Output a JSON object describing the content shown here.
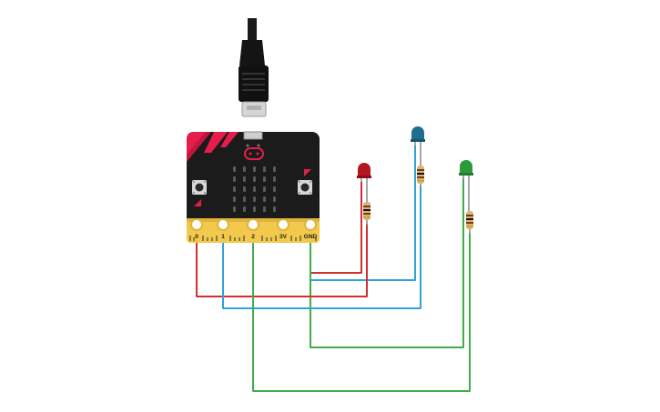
{
  "board": {
    "pin_labels": [
      "0",
      "1",
      "2",
      "3V",
      "GND"
    ],
    "colors": {
      "body": "#1b1b1b",
      "accent": "#e51d4a",
      "gold": "#f2c94c",
      "led_matrix": "#5a5a5a"
    }
  },
  "components": {
    "leds": [
      {
        "name": "red-led",
        "color": "#b3161f"
      },
      {
        "name": "blue-led",
        "color": "#1e6e92"
      },
      {
        "name": "green-led",
        "color": "#2c9a3c"
      }
    ],
    "wire_colors": {
      "red": "#d32f2f",
      "blue": "#2fa3dc",
      "green": "#3fae49"
    },
    "usb_cable": {
      "color": "#111111",
      "connector": "#cfcfcf"
    }
  }
}
